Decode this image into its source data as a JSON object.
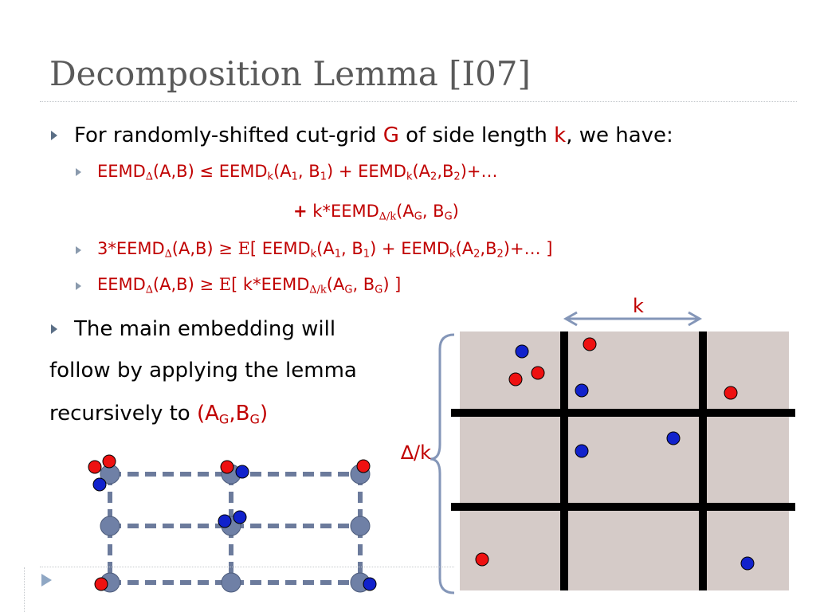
{
  "slide": {
    "title": "Decomposition Lemma [I07]"
  },
  "bullets": {
    "b1": {
      "prefix": "For randomly-shifted cut-grid ",
      "G": "G",
      "mid": " of side length ",
      "k": "k",
      "suffix": ", we have:"
    },
    "b2": {
      "line1": {
        "t1": "EEMD",
        "s1": "∆",
        "t2": "(A,B) ≤ EEMD",
        "s2": "k",
        "t3": "(A",
        "s3": "1",
        "t4": ", B",
        "s4": "1",
        "t5": ") + EEMD",
        "s5": "k",
        "t6": "(A",
        "s6": "2",
        "t7": ",B",
        "s7": "2",
        "t8": ")+…"
      },
      "line2": {
        "plus": "+",
        "t1": " k*EEMD",
        "s1": "∆/k",
        "t2": "(A",
        "s2": "G",
        "t3": ", B",
        "s3": "G",
        "t4": ")"
      }
    },
    "b3": {
      "t1": "3*EEMD",
      "s1": "∆",
      "t2": "(A,B) ",
      "ge": "≥",
      "E": " E",
      "t3": "[ EEMD",
      "s2": "k",
      "t4": "(A",
      "s3": "1",
      "t5": ", B",
      "s4": "1",
      "t6": ") + EEMD",
      "s5": "k",
      "t7": "(A",
      "s6": "2",
      "t8": ",B",
      "s7": "2",
      "t9": ")+… ]"
    },
    "b4": {
      "t1": "EEMD",
      "s1": "∆",
      "t2": "(A,B) ",
      "ge": "≥",
      "E": " E",
      "t3": "[ k*EEMD",
      "s2": "∆/k",
      "t4": "(A",
      "s3": "G",
      "t5": ", B",
      "s4": "G",
      "t6": ") ]"
    },
    "b5": {
      "line1": "The main embedding will",
      "line2": "follow by applying the lemma",
      "line3": "recursively to ",
      "t1": "(A",
      "s1": "G",
      "t2": ",B",
      "s2": "G",
      "t3": ")"
    }
  },
  "figure": {
    "k_label": "k",
    "delta_label": "∆/k"
  },
  "colors": {
    "title": "#5a5a5a",
    "accent_red": "#c00000",
    "grid_fill": "#d5cbc8",
    "point_red": "#ee1111",
    "point_blue": "#1122cc",
    "node_fill": "#6f80a6",
    "arrow": "#8496b8"
  },
  "icons": [
    "bullet-arrow-icon",
    "nav-arrow-icon"
  ]
}
